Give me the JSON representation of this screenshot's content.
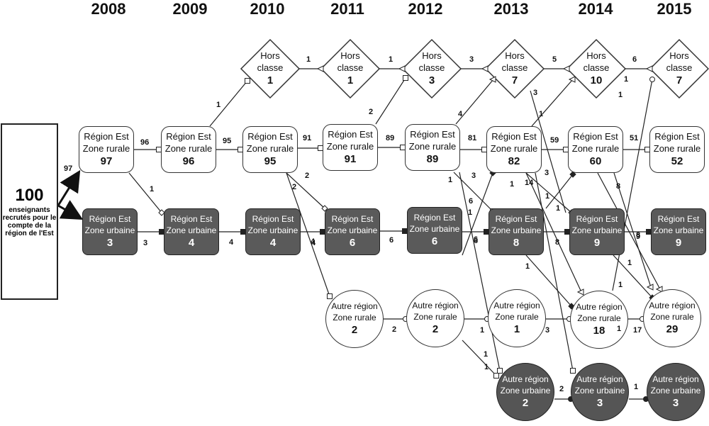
{
  "years": [
    "2008",
    "2009",
    "2010",
    "2011",
    "2012",
    "2013",
    "2014",
    "2015"
  ],
  "intro": {
    "value": "100",
    "text": "enseignants recrutés pour le compte de la région de l'Est"
  },
  "hors_classe": [
    {
      "line1": "Hors",
      "line2": "classe",
      "value": "1"
    },
    {
      "line1": "Hors",
      "line2": "classe",
      "value": "1"
    },
    {
      "line1": "Hors",
      "line2": "classe",
      "value": "3"
    },
    {
      "line1": "Hors",
      "line2": "classe",
      "value": "7"
    },
    {
      "line1": "Hors",
      "line2": "classe",
      "value": "10"
    },
    {
      "line1": "Hors",
      "line2": "classe",
      "value": "7"
    }
  ],
  "region_est_rurale": [
    {
      "line1": "Région Est",
      "line2": "Zone rurale",
      "value": "97"
    },
    {
      "line1": "Région Est",
      "line2": "Zone rurale",
      "value": "96"
    },
    {
      "line1": "Région Est",
      "line2": "Zone rurale",
      "value": "95"
    },
    {
      "line1": "Région Est",
      "line2": "Zone rurale",
      "value": "91"
    },
    {
      "line1": "Région Est",
      "line2": "Zone rurale",
      "value": "89"
    },
    {
      "line1": "Région Est",
      "line2": "Zone rurale",
      "value": "82"
    },
    {
      "line1": "Région Est",
      "line2": "Zone rurale",
      "value": "60"
    },
    {
      "line1": "Région Est",
      "line2": "Zone rurale",
      "value": "52"
    }
  ],
  "region_est_urbaine": [
    {
      "line1": "Région Est",
      "line2": "Zone urbaine",
      "value": "3"
    },
    {
      "line1": "Région Est",
      "line2": "Zone urbaine",
      "value": "4"
    },
    {
      "line1": "Région Est",
      "line2": "Zone urbaine",
      "value": "4"
    },
    {
      "line1": "Région Est",
      "line2": "Zone urbaine",
      "value": "6"
    },
    {
      "line1": "Région Est",
      "line2": "Zone urbaine",
      "value": "6"
    },
    {
      "line1": "Région Est",
      "line2": "Zone urbaine",
      "value": "8"
    },
    {
      "line1": "Région Est",
      "line2": "Zone urbaine",
      "value": "9"
    },
    {
      "line1": "Région Est",
      "line2": "Zone urbaine",
      "value": "9"
    }
  ],
  "autre_rurale": [
    {
      "line1": "Autre région",
      "line2": "Zone rurale",
      "value": "2"
    },
    {
      "line1": "Autre région",
      "line2": "Zone rurale",
      "value": "2"
    },
    {
      "line1": "Autre région",
      "line2": "Zone rurale",
      "value": "1"
    },
    {
      "line1": "Autre région",
      "line2": "Zone rurale",
      "value": "18"
    },
    {
      "line1": "Autre région",
      "line2": "Zone rurale",
      "value": "29"
    }
  ],
  "autre_urbaine": [
    {
      "line1": "Autre région",
      "line2": "Zone urbaine",
      "value": "2"
    },
    {
      "line1": "Autre région",
      "line2": "Zone urbaine",
      "value": "3"
    },
    {
      "line1": "Autre région",
      "line2": "Zone urbaine",
      "value": "3"
    }
  ],
  "flow_labels": [
    "97",
    "3",
    "96",
    "95",
    "91",
    "89",
    "81",
    "59",
    "51",
    "3",
    "4",
    "4",
    "6",
    "6",
    "8",
    "9",
    "1",
    "1",
    "3",
    "5",
    "6",
    "1",
    "2",
    "4",
    "1",
    "2",
    "2",
    "1",
    "3",
    "14",
    "1",
    "3",
    "6",
    "4",
    "8",
    "1",
    "1",
    "1",
    "8",
    "1",
    "1",
    "17",
    "1",
    "2",
    "3",
    "1",
    "1",
    "1",
    "6",
    "2",
    "1",
    "3",
    "1",
    "1",
    "1",
    "1"
  ]
}
